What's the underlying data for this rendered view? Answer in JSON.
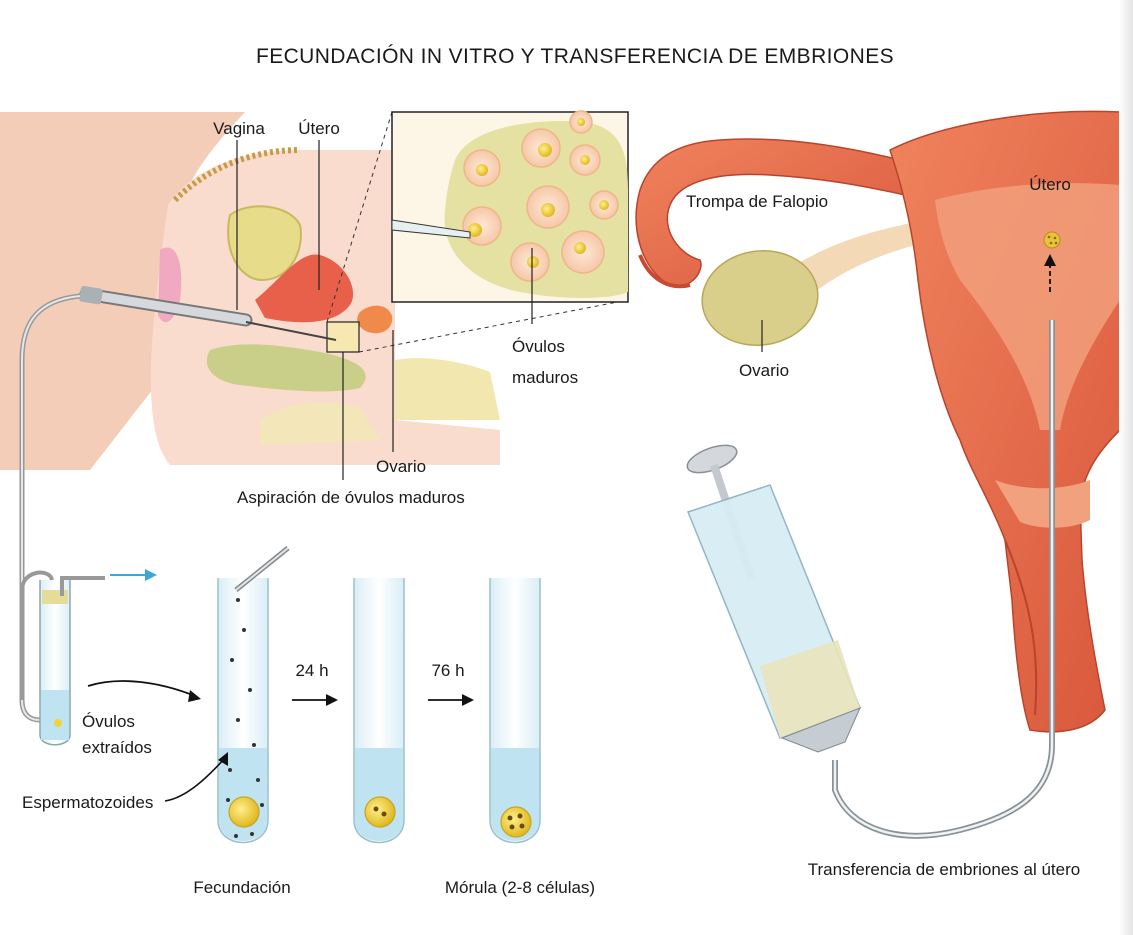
{
  "title": "FECUNDACIÓN IN VITRO Y TRANSFERENCIA DE EMBRIONES",
  "labels": {
    "vagina": "Vagina",
    "utero_left": "Útero",
    "ovulos_maduros_1": "Óvulos",
    "ovulos_maduros_2": "maduros",
    "ovario_left": "Ovario",
    "aspiracion": "Aspiración de óvulos maduros",
    "trompa": "Trompa de Falopio",
    "ovario_right": "Ovario",
    "utero_right": "Útero",
    "ovulos_extraidos_1": "Óvulos",
    "ovulos_extraidos_2": "extraídos",
    "espermatozoides": "Espermatozoides",
    "h24": "24 h",
    "h76": "76 h",
    "fecundacion": "Fecundación",
    "morula": "Mórula (2-8 células)",
    "transferencia": "Transferencia de embriones al útero"
  },
  "colors": {
    "uterus": "#e2694a",
    "uterus_dark": "#c94a33",
    "body_skin": "#f6d8c8",
    "ovary": "#d9cf8a",
    "tube_liquid": "#bfe3f0",
    "egg": "#f2d43a",
    "arrow_blue": "#3aa7d8"
  }
}
